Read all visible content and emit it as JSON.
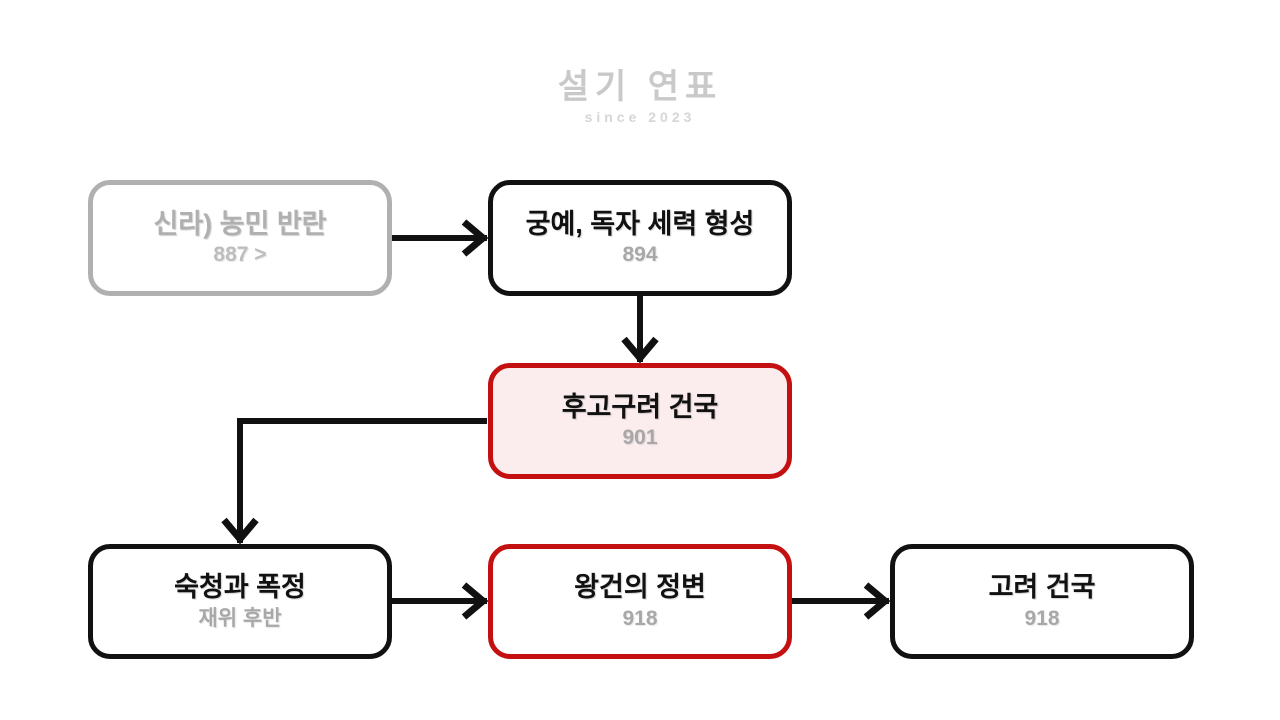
{
  "watermark": {
    "title": "설기 연표",
    "subtitle": "since 2023",
    "color": "#c9c9c9"
  },
  "diagram": {
    "type": "flowchart",
    "background": "#ffffff",
    "colors": {
      "default_border": "#111111",
      "muted_border": "#b0b0b0",
      "accent_border": "#c41010",
      "accent_fill": "#fbeced",
      "sub_text": "#a8a8a8",
      "connector": "#111111"
    },
    "nodes": [
      {
        "id": "silla-rebellion",
        "title": "신라) 농민 반란",
        "subtitle": "887 >",
        "style": "muted",
        "row": 1,
        "column": 1
      },
      {
        "id": "gungye-power",
        "title": "궁예, 독자 세력 형성",
        "subtitle": "894",
        "style": "default",
        "row": 1,
        "column": 2
      },
      {
        "id": "hugoguryeo",
        "title": "후고구려 건국",
        "subtitle": "901",
        "style": "accent-fill",
        "row": 2,
        "column": 2
      },
      {
        "id": "purge-tyranny",
        "title": "숙청과 폭정",
        "subtitle": "재위 후반",
        "style": "default",
        "row": 3,
        "column": 1
      },
      {
        "id": "wanggeon-coup",
        "title": "왕건의 정변",
        "subtitle": "918",
        "style": "accent",
        "row": 3,
        "column": 2
      },
      {
        "id": "goryeo-founding",
        "title": "고려 건국",
        "subtitle": "918",
        "style": "default",
        "row": 3,
        "column": 3
      }
    ],
    "edges": [
      {
        "id": "edge-silla-to-gungye",
        "from": "silla-rebellion",
        "to": "gungye-power",
        "shape": "straight-right"
      },
      {
        "id": "edge-gungye-to-hugoguryeo",
        "from": "gungye-power",
        "to": "hugoguryeo",
        "shape": "straight-down"
      },
      {
        "id": "edge-hugoguryeo-to-purge",
        "from": "hugoguryeo",
        "to": "purge-tyranny",
        "shape": "elbow-left-down"
      },
      {
        "id": "edge-purge-to-coup",
        "from": "purge-tyranny",
        "to": "wanggeon-coup",
        "shape": "straight-right"
      },
      {
        "id": "edge-coup-to-goryeo",
        "from": "wanggeon-coup",
        "to": "goryeo-founding",
        "shape": "straight-right"
      }
    ]
  }
}
